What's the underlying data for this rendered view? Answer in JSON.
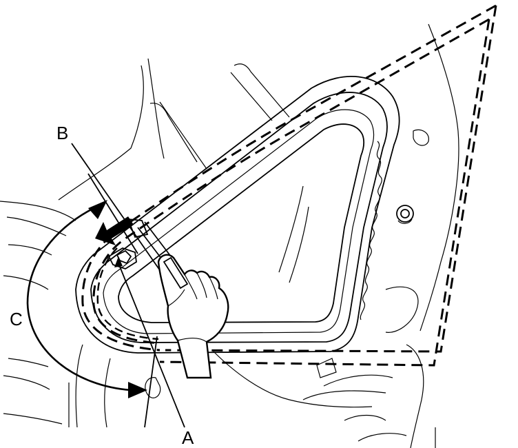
{
  "callouts": {
    "a": "A",
    "b": "B",
    "c": "C"
  },
  "colors": {
    "line": "#000000",
    "background": "#ffffff"
  },
  "icons": [
    "pull-direction-arrow-icon",
    "swing-direction-arrow-icon"
  ]
}
